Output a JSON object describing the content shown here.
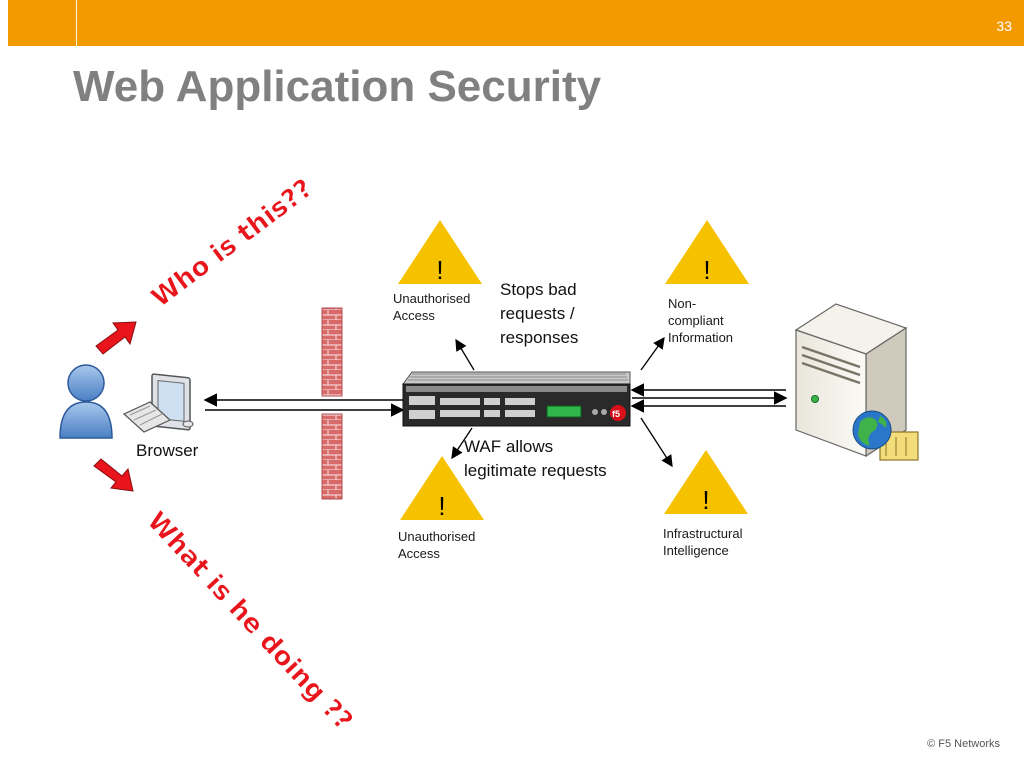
{
  "slide": {
    "page_number": "33",
    "title": "Web Application Security",
    "footer": "© F5 Networks"
  },
  "diagram": {
    "browser_label": "Browser",
    "who_text": "Who is this??",
    "what_text": "What is he doing ??",
    "stops_text": "Stops bad\nrequests /\nresponses",
    "waf_text": "WAF allows\nlegitimate requests",
    "warnings": [
      {
        "symbol": "!",
        "label": "Unauthorised\nAccess"
      },
      {
        "symbol": "!",
        "label": "Non-\ncompliant\nInformation"
      },
      {
        "symbol": "!",
        "label": "Unauthorised\nAccess"
      },
      {
        "symbol": "!",
        "label": "Infrastructural\nIntelligence"
      }
    ],
    "colors": {
      "header_orange": "#f39a00",
      "title_gray": "#808080",
      "warning_yellow": "#f6c200",
      "arrow_red": "#e8161c",
      "firewall_brick": "#d97b7b"
    }
  }
}
